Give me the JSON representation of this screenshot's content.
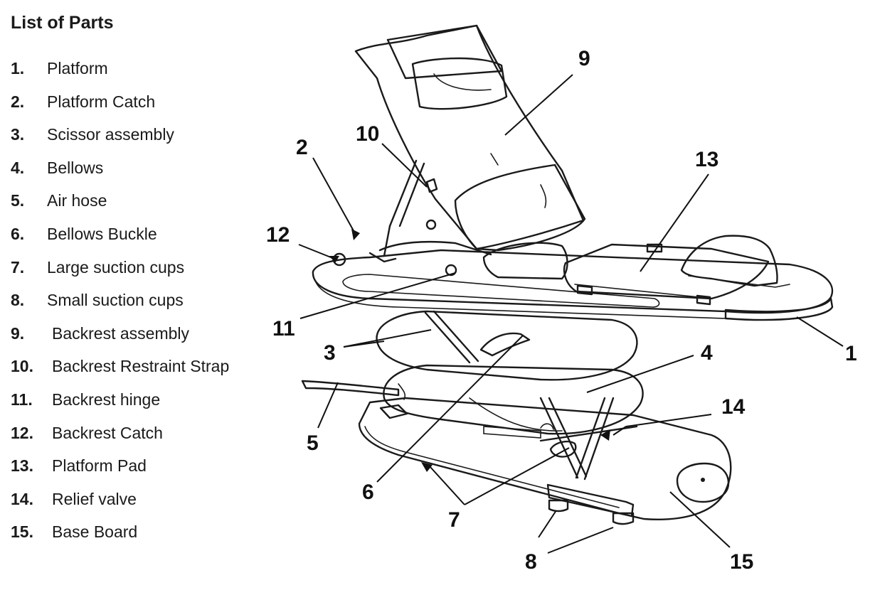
{
  "title": "List of Parts",
  "parts": [
    {
      "num": "1.",
      "name": "Platform"
    },
    {
      "num": "2.",
      "name": "Platform Catch"
    },
    {
      "num": "3.",
      "name": "Scissor assembly"
    },
    {
      "num": "4.",
      "name": "Bellows"
    },
    {
      "num": "5.",
      "name": "Air hose"
    },
    {
      "num": "6.",
      "name": "Bellows Buckle"
    },
    {
      "num": "7.",
      "name": "Large suction cups"
    },
    {
      "num": "8.",
      "name": "Small suction cups"
    },
    {
      "num": "9.",
      "name": "Backrest assembly"
    },
    {
      "num": "10.",
      "name": "Backrest Restraint Strap"
    },
    {
      "num": "11.",
      "name": "Backrest hinge"
    },
    {
      "num": "12.",
      "name": "Backrest Catch"
    },
    {
      "num": "13.",
      "name": "Platform Pad"
    },
    {
      "num": "14.",
      "name": "Relief valve"
    },
    {
      "num": "15.",
      "name": "Base Board"
    }
  ],
  "callouts": {
    "c1": "1",
    "c2": "2",
    "c3": "3",
    "c4": "4",
    "c5": "5",
    "c6": "6",
    "c7": "7",
    "c8": "8",
    "c9": "9",
    "c10": "10",
    "c11": "11",
    "c12": "12",
    "c13": "13",
    "c14": "14",
    "c15": "15"
  },
  "colors": {
    "fill": "#e6e6e6",
    "fill_dark": "#d4d4d4",
    "line": "#1a1a1a"
  }
}
